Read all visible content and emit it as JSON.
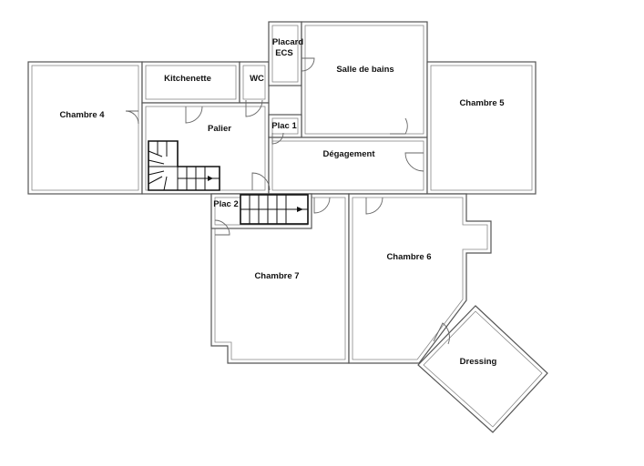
{
  "rooms": {
    "chambre4": "Chambre 4",
    "kitchenette": "Kitchenette",
    "wc": "WC",
    "placard_ecs_1": "Placard",
    "placard_ecs_2": "ECS",
    "salle_de_bains": "Salle de bains",
    "chambre5": "Chambre 5",
    "palier": "Palier",
    "plac1": "Plac 1",
    "degagement": "Dégagement",
    "plac2": "Plac 2",
    "chambre7": "Chambre 7",
    "chambre6": "Chambre 6",
    "dressing": "Dressing"
  }
}
